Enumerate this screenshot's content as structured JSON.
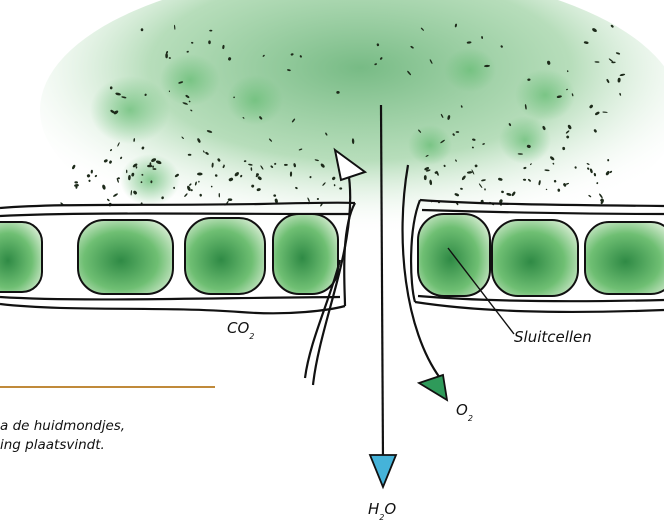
{
  "labels": {
    "co2": {
      "base": "CO",
      "sub": "2"
    },
    "o2": {
      "base": "O",
      "sub": "2"
    },
    "h2o": {
      "pre": "H",
      "sub": "2",
      "post": "O"
    },
    "guard_cells": "Sluitcellen"
  },
  "caption": {
    "line1": "a de huidmondjes,",
    "line2": "ing plaatsvindt."
  },
  "colors": {
    "leaf_green": "#5fae6a",
    "cell_dark": "#2f8a45",
    "cell_light": "#cfe9cc",
    "outline": "#111111",
    "arrow_co2": "#ffffff",
    "arrow_o2": "#2f9a5a",
    "arrow_h2o": "#45b3d9",
    "caption_rule": "#c08a3a"
  }
}
